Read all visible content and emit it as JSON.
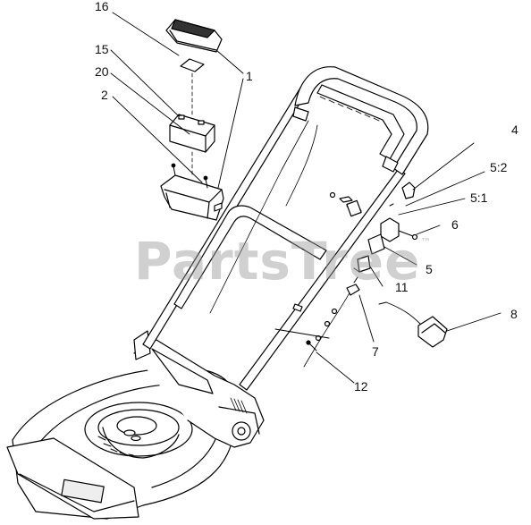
{
  "diagram": {
    "watermark": "PartsTree",
    "watermark_mark": "™",
    "callouts": {
      "c16": "16",
      "c15": "15",
      "c20": "20",
      "c2": "2",
      "c1": "1",
      "c4": "4",
      "c5_2": "5:2",
      "c5_1": "5:1",
      "c6": "6",
      "c5": "5",
      "c11": "11",
      "c8": "8",
      "c7": "7",
      "c12": "12"
    }
  }
}
